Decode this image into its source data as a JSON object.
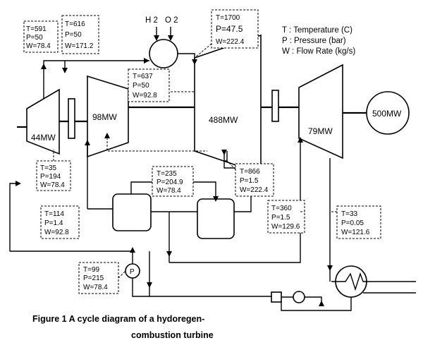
{
  "legend": {
    "t": "T : Temperature (C)",
    "p": "P :  Pressure (bar)",
    "w": "W : Flow Rate (kg/s)"
  },
  "inputs": {
    "h2": "H 2",
    "o2": "O 2"
  },
  "components": {
    "comp1": "44MW",
    "turb1": "98MW",
    "turb_main": "488MW",
    "turb_lp": "79MW",
    "generator": "500MW",
    "pump": "P"
  },
  "states": {
    "s1": {
      "t": "T=591",
      "p": "P=50",
      "w": "W=78.4"
    },
    "s2": {
      "t": "T=616",
      "p": "P=50",
      "w": "W=171.2"
    },
    "s3": {
      "t": "T=1700",
      "p": "P=47.5",
      "w": "W=222.4"
    },
    "s4": {
      "t": "T=637",
      "p": "P=50",
      "w": "W=92.8"
    },
    "s5": {
      "t": "T=35",
      "p": "P=194",
      "w": "W=78.4"
    },
    "s6": {
      "t": "T=235",
      "p": "P=204.9",
      "w": "W=78.4"
    },
    "s7": {
      "t": "T=866",
      "p": "P=1.5",
      "w": "W=222.4"
    },
    "s8": {
      "t": "T=114",
      "p": "P=1.4",
      "w": "W=92.8"
    },
    "s9": {
      "t": "T=360",
      "p": "P=1.5",
      "w": "W=129.6"
    },
    "s10": {
      "t": "T=33",
      "p": "P=0.05",
      "w": "W=121.6"
    },
    "s11": {
      "t": "T=99",
      "p": "P=215",
      "w": "W=78.4"
    }
  },
  "caption": {
    "line1": "Figure 1  A cycle diagram of a hydoregen-",
    "line2": "combustion turbine"
  }
}
